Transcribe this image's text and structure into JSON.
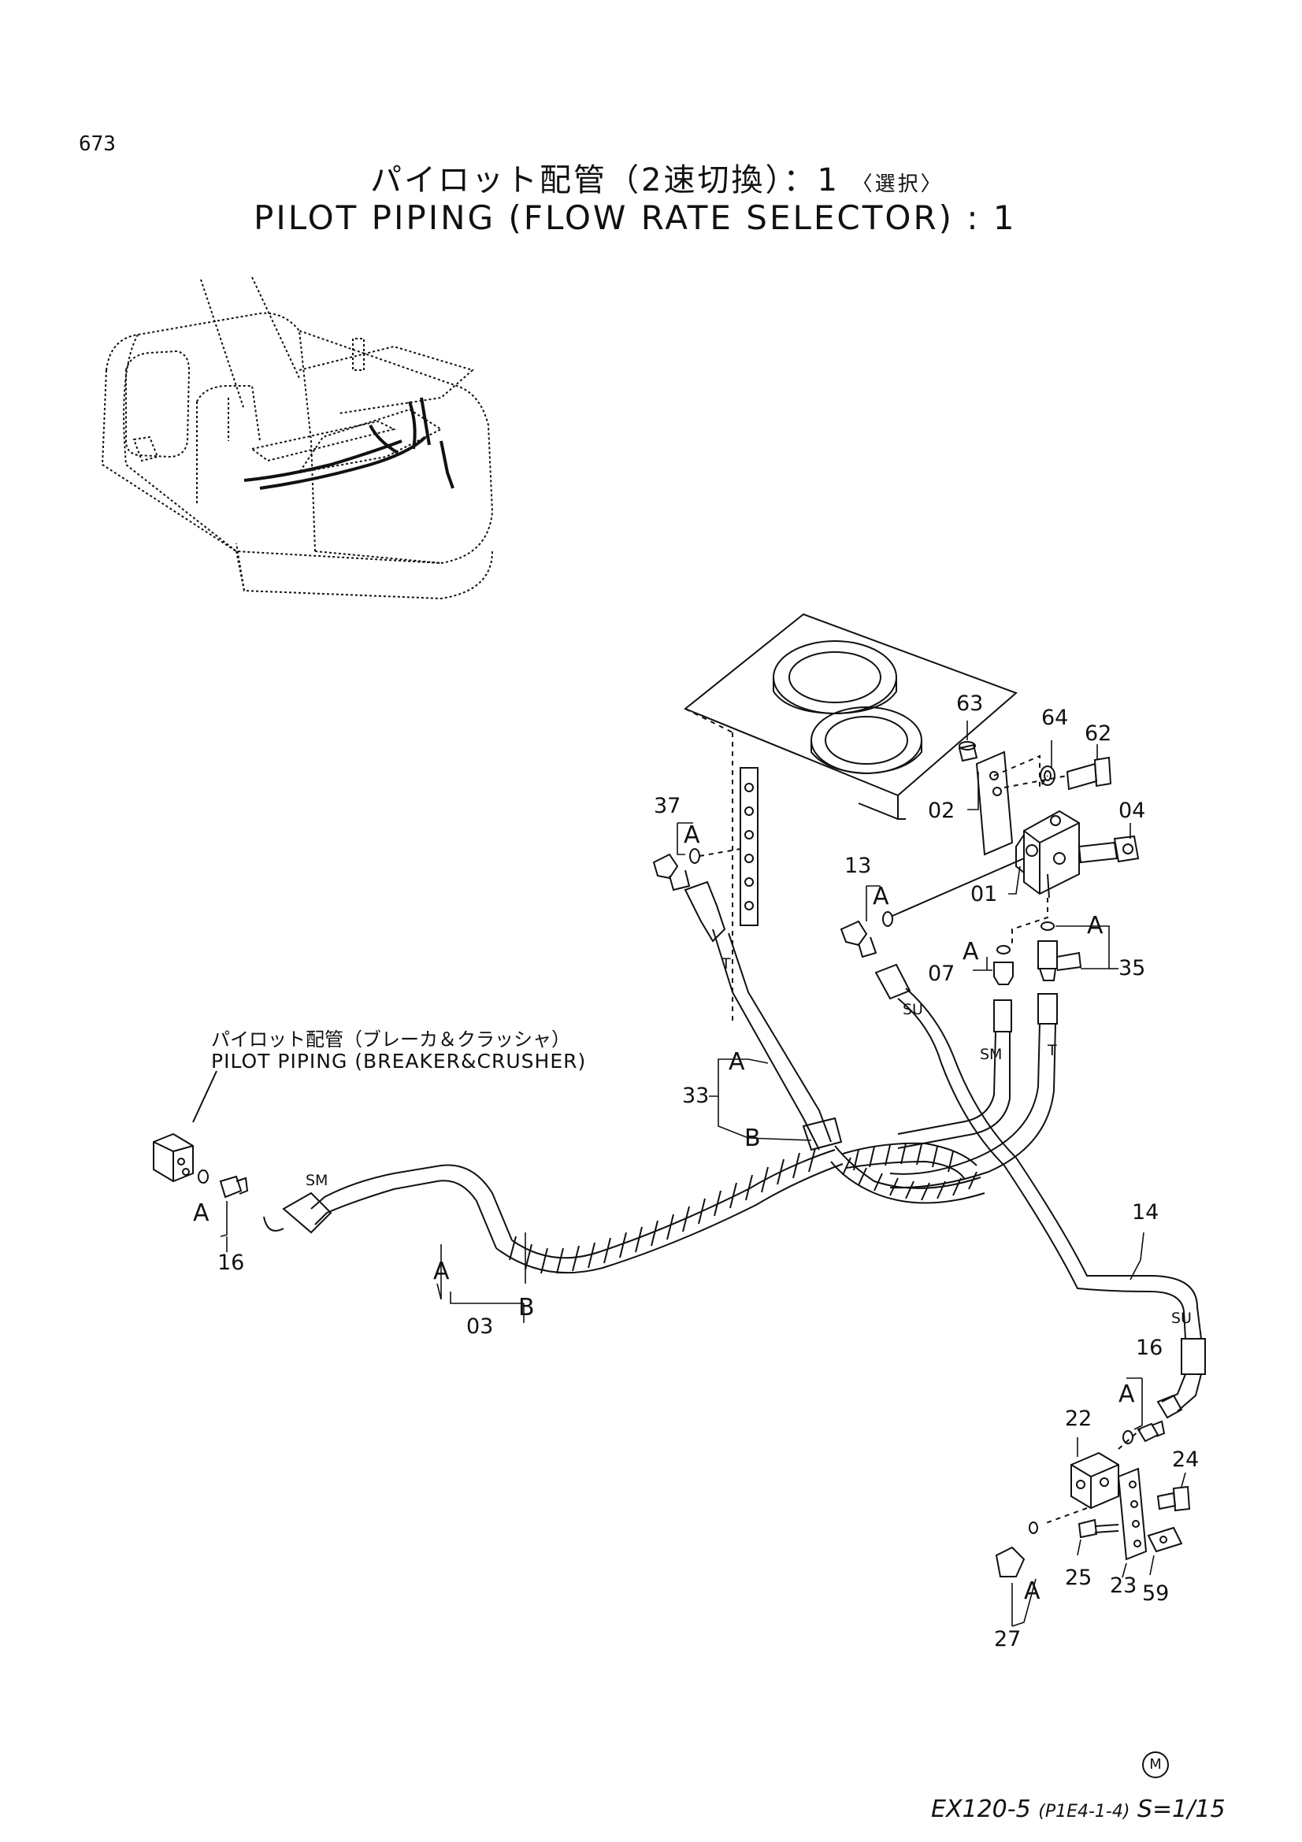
{
  "page_number": "673",
  "title_jp": "パイロット配管（2速切換）：1",
  "title_jp_suffix": "〈選択〉",
  "title_en": "PILOT PIPING (FLOW RATE SELECTOR) : 1",
  "reference": {
    "jp": "パイロット配管（ブレーカ＆クラッシャ）",
    "en": "PILOT PIPING (BREAKER&CRUSHER)"
  },
  "footer": {
    "model": "EX120-5",
    "code": "(P1E4-1-4)",
    "scale": "S=1/15",
    "mark": "M"
  },
  "parts": {
    "p01": "01",
    "p02": "02",
    "p03": "03",
    "p04": "04",
    "p07": "07",
    "p13": "13",
    "p14": "14",
    "p16a": "16",
    "p16b": "16",
    "p22": "22",
    "p23": "23",
    "p24": "24",
    "p25": "25",
    "p27": "27",
    "p33": "33",
    "p35": "35",
    "p37": "37",
    "p59": "59",
    "p62": "62",
    "p63": "63",
    "p64": "64"
  },
  "callouts": {
    "a_37": "A",
    "a_13": "A",
    "a_07": "A",
    "a_35": "A",
    "a_33": "A",
    "b_33": "B",
    "a_03": "A",
    "b_03": "B",
    "a_16l": "A",
    "a_16r": "A",
    "a_27": "A"
  },
  "port_labels": {
    "t_top": "T",
    "su_top": "SU",
    "sm_mid": "SM",
    "t_mid": "T",
    "sm_left": "SM",
    "su_right": "SU"
  }
}
